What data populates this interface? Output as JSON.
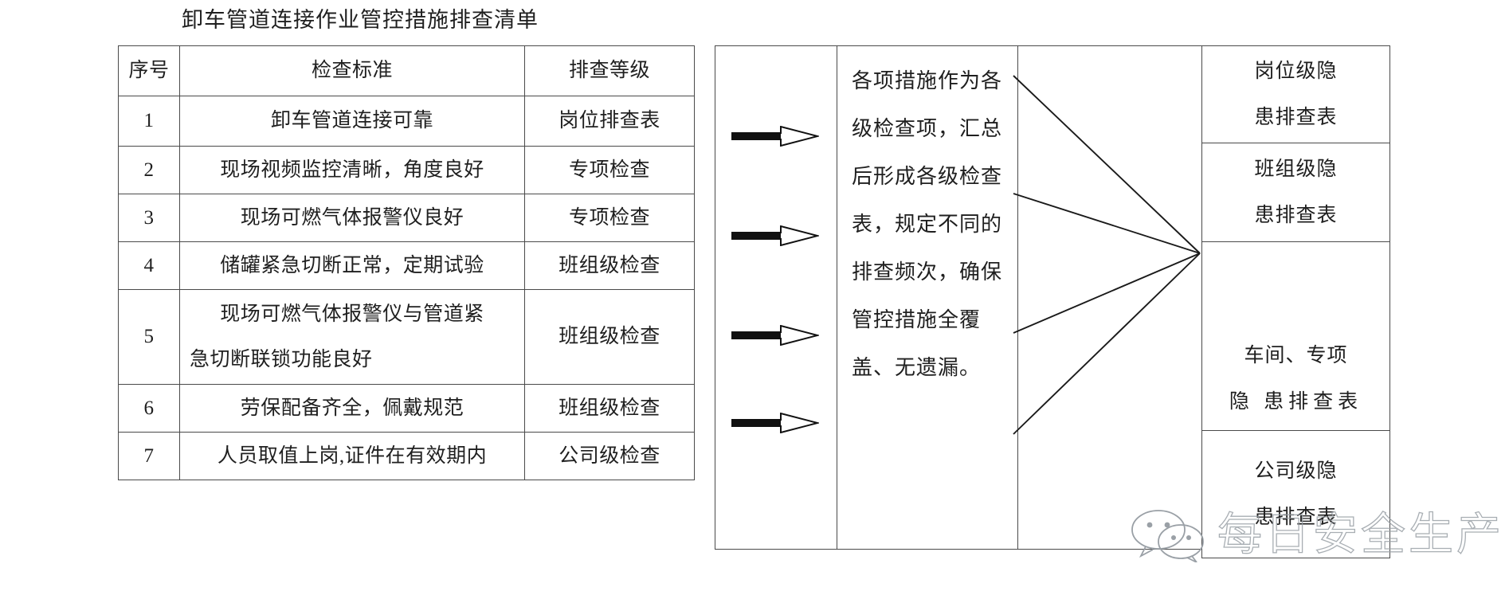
{
  "document": {
    "title": "卸车管道连接作业管控措施排查清单"
  },
  "checklist_table": {
    "columns": [
      "序号",
      "检查标准",
      "排查等级"
    ],
    "rows": [
      {
        "no": "1",
        "standard": "卸车管道连接可靠",
        "level": "岗位排查表"
      },
      {
        "no": "2",
        "standard": "现场视频监控清晰，角度良好",
        "level": "专项检查"
      },
      {
        "no": "3",
        "standard": "现场可燃气体报警仪良好",
        "level": "专项检查"
      },
      {
        "no": "4",
        "standard": "储罐紧急切断正常，定期试验",
        "level": "班组级检查"
      },
      {
        "no": "5",
        "standard": "现场可燃气体报警仪与管道紧急切断联锁功能良好",
        "standard_line1": "现场可燃气体报警仪与管道紧",
        "standard_line2": "急切断联锁功能良好",
        "level": "班组级检查"
      },
      {
        "no": "6",
        "standard": "劳保配备齐全，佩戴规范",
        "level": "班组级检查"
      },
      {
        "no": "7",
        "standard": "人员取值上岗,证件在有效期内",
        "level": "公司级检查"
      }
    ]
  },
  "arrows": {
    "icon": "right-arrow-open-head",
    "count": 4
  },
  "summary_panel": {
    "text": "各项措施作为各级检查项，汇总后形成各级检查表，规定不同的排查频次，确保管控措施全覆盖、无遗漏。"
  },
  "fan_connector": {
    "icon": "fan-out-lines",
    "branches": 4
  },
  "outputs_table": {
    "rows": [
      {
        "line1": "岗位级隐",
        "line2": "患排查表"
      },
      {
        "line1": "班组级隐",
        "line2": "患排查表"
      },
      {
        "line1": "车间、专项",
        "line2": "隐  患排查表"
      },
      {
        "line1": "公司级隐",
        "line2": "患排查表"
      }
    ]
  },
  "watermark": {
    "text": "每日安全生产",
    "logo_icon": "wechat-icon",
    "stroke_color": "#9aa0a6"
  },
  "colors": {
    "border": "#4a4a4a",
    "text": "#1f1f1f",
    "background": "#ffffff"
  }
}
